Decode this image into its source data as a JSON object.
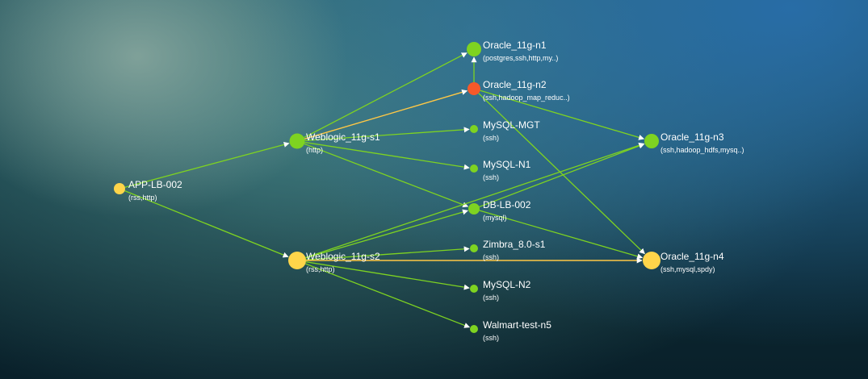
{
  "colors": {
    "green": "#7ed321",
    "orange": "#f5592a",
    "yellow": "#ffd54a",
    "edge_green": "#7ed321",
    "edge_yellow": "#ffc845"
  },
  "nodes": [
    {
      "id": "app-lb-002",
      "label": "APP-LB-002",
      "sub": "(rss,http)",
      "status": "yellow"
    },
    {
      "id": "weblogic-11g-s1",
      "label": "Weblogic_11g-s1",
      "sub": "(http)",
      "status": "green"
    },
    {
      "id": "weblogic-11g-s2",
      "label": "Weblogic_11g-s2",
      "sub": "(rss,http)",
      "status": "yellow"
    },
    {
      "id": "oracle-11g-n1",
      "label": "Oracle_11g-n1",
      "sub": "(postgres,ssh,http,my..)",
      "status": "green"
    },
    {
      "id": "oracle-11g-n2",
      "label": "Oracle_11g-n2",
      "sub": "(ssh,hadoop_map_reduc..)",
      "status": "orange"
    },
    {
      "id": "mysql-mgt",
      "label": "MySQL-MGT",
      "sub": "(ssh)",
      "status": "green"
    },
    {
      "id": "mysql-n1",
      "label": "MySQL-N1",
      "sub": "(ssh)",
      "status": "green"
    },
    {
      "id": "db-lb-002",
      "label": "DB-LB-002",
      "sub": "(mysql)",
      "status": "green"
    },
    {
      "id": "zimbra-8-0-s1",
      "label": "Zimbra_8.0-s1",
      "sub": "(ssh)",
      "status": "green"
    },
    {
      "id": "mysql-n2",
      "label": "MySQL-N2",
      "sub": "(ssh)",
      "status": "green"
    },
    {
      "id": "walmart-test-n5",
      "label": "Walmart-test-n5",
      "sub": "(ssh)",
      "status": "green"
    },
    {
      "id": "oracle-11g-n3",
      "label": "Oracle_11g-n3",
      "sub": "(ssh,hadoop_hdfs,mysq..)",
      "status": "green"
    },
    {
      "id": "oracle-11g-n4",
      "label": "Oracle_11g-n4",
      "sub": "(ssh,mysql,spdy)",
      "status": "yellow"
    }
  ],
  "edges": [
    {
      "from": "app-lb-002",
      "to": "weblogic-11g-s1",
      "color": "green"
    },
    {
      "from": "app-lb-002",
      "to": "weblogic-11g-s2",
      "color": "green"
    },
    {
      "from": "weblogic-11g-s1",
      "to": "oracle-11g-n1",
      "color": "green"
    },
    {
      "from": "weblogic-11g-s1",
      "to": "oracle-11g-n2",
      "color": "yellow"
    },
    {
      "from": "weblogic-11g-s1",
      "to": "mysql-mgt",
      "color": "green"
    },
    {
      "from": "weblogic-11g-s1",
      "to": "mysql-n1",
      "color": "green"
    },
    {
      "from": "weblogic-11g-s1",
      "to": "db-lb-002",
      "color": "green"
    },
    {
      "from": "oracle-11g-n2",
      "to": "oracle-11g-n1",
      "color": "green"
    },
    {
      "from": "oracle-11g-n2",
      "to": "oracle-11g-n3",
      "color": "green"
    },
    {
      "from": "oracle-11g-n2",
      "to": "oracle-11g-n4",
      "color": "green"
    },
    {
      "from": "weblogic-11g-s2",
      "to": "db-lb-002",
      "color": "green"
    },
    {
      "from": "weblogic-11g-s2",
      "to": "oracle-11g-n3",
      "color": "green"
    },
    {
      "from": "weblogic-11g-s2",
      "to": "zimbra-8-0-s1",
      "color": "green"
    },
    {
      "from": "weblogic-11g-s2",
      "to": "oracle-11g-n4",
      "color": "yellow"
    },
    {
      "from": "weblogic-11g-s2",
      "to": "mysql-n2",
      "color": "green"
    },
    {
      "from": "weblogic-11g-s2",
      "to": "walmart-test-n5",
      "color": "green"
    },
    {
      "from": "db-lb-002",
      "to": "oracle-11g-n3",
      "color": "green"
    },
    {
      "from": "db-lb-002",
      "to": "oracle-11g-n4",
      "color": "green"
    }
  ]
}
